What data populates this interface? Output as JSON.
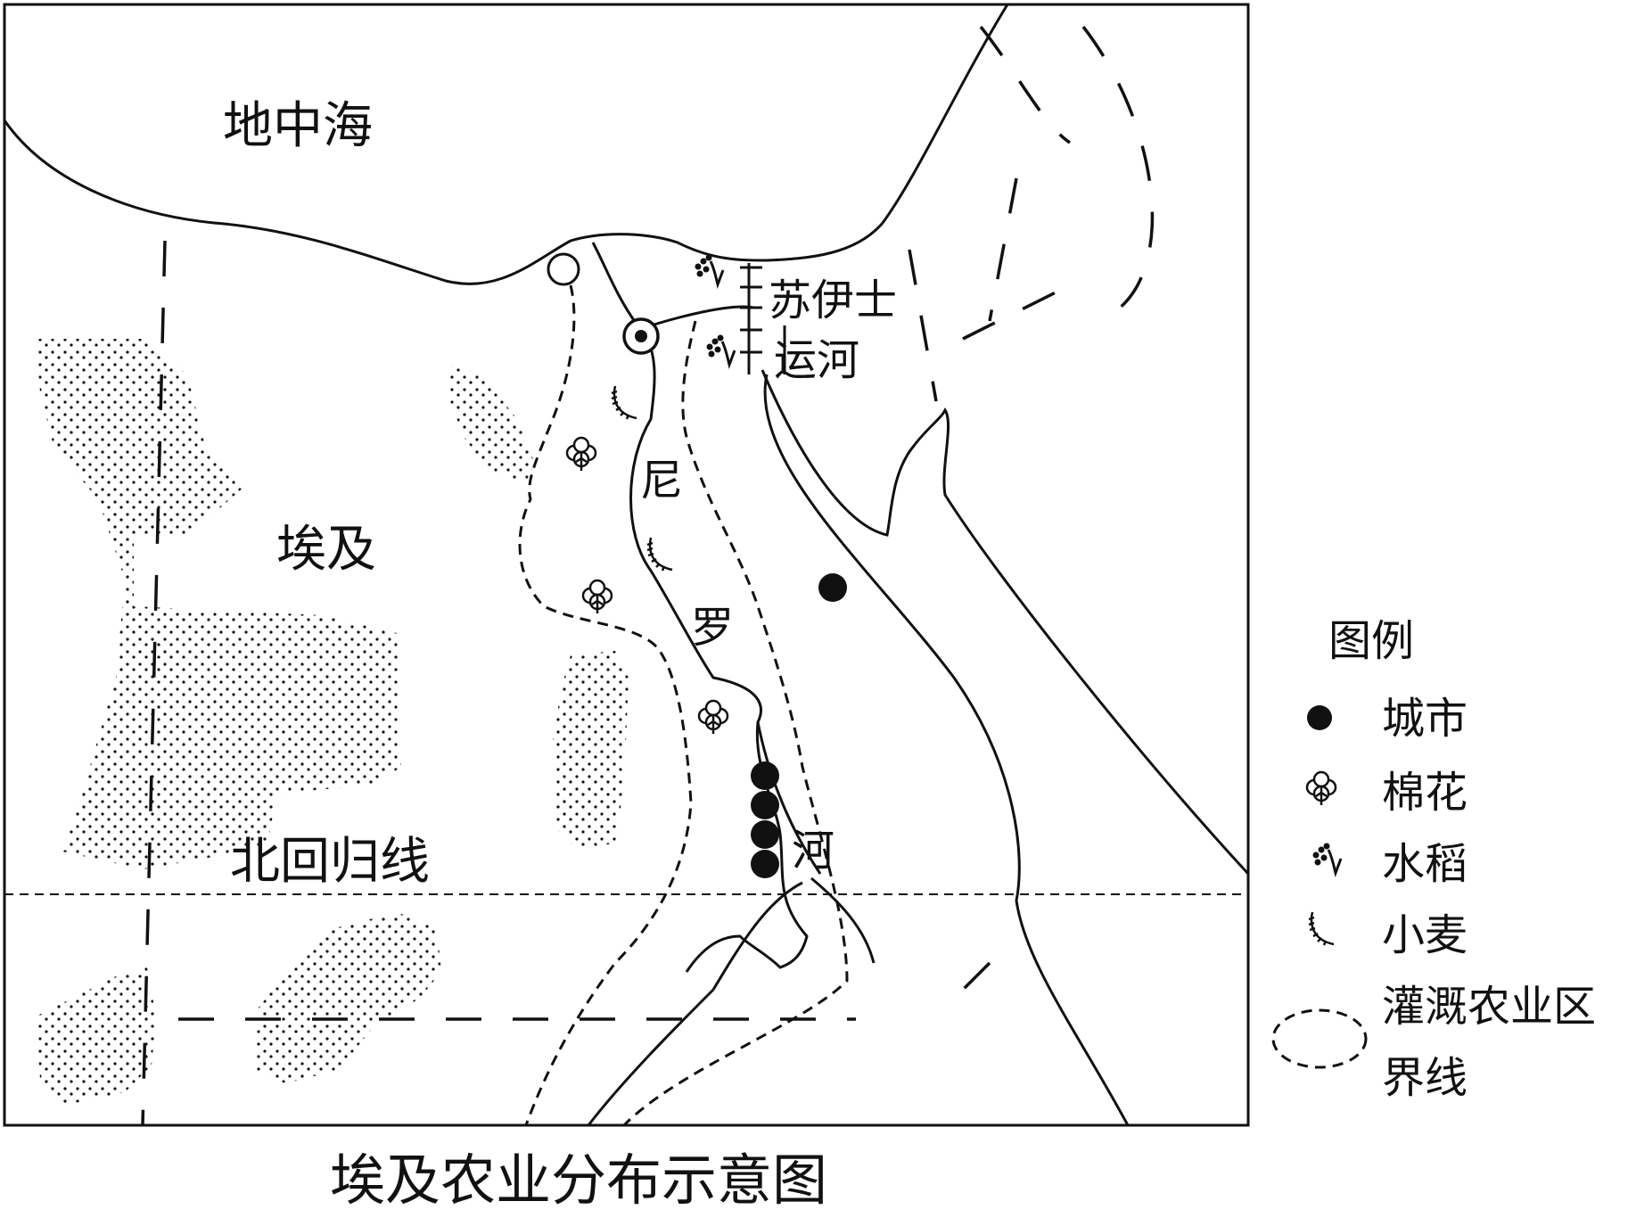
{
  "map": {
    "labels": {
      "sea": "地中海",
      "country": "埃及",
      "canal_line1": "苏伊士",
      "canal_line2": "运河",
      "river_1": "尼",
      "river_2": "罗",
      "river_3": "河",
      "tropic": "北回归线"
    }
  },
  "legend": {
    "title": "图例",
    "items": [
      {
        "icon": "city-dot-icon",
        "label": "城市"
      },
      {
        "icon": "cotton-icon",
        "label": "棉花"
      },
      {
        "icon": "rice-icon",
        "label": "水稻"
      },
      {
        "icon": "wheat-icon",
        "label": "小麦"
      },
      {
        "icon": "dashed-ellipse-icon",
        "label": "灌溉农业区",
        "label2": "界线"
      }
    ]
  },
  "caption": "埃及农业分布示意图",
  "colors": {
    "ink": "#111111",
    "background": "#ffffff"
  }
}
